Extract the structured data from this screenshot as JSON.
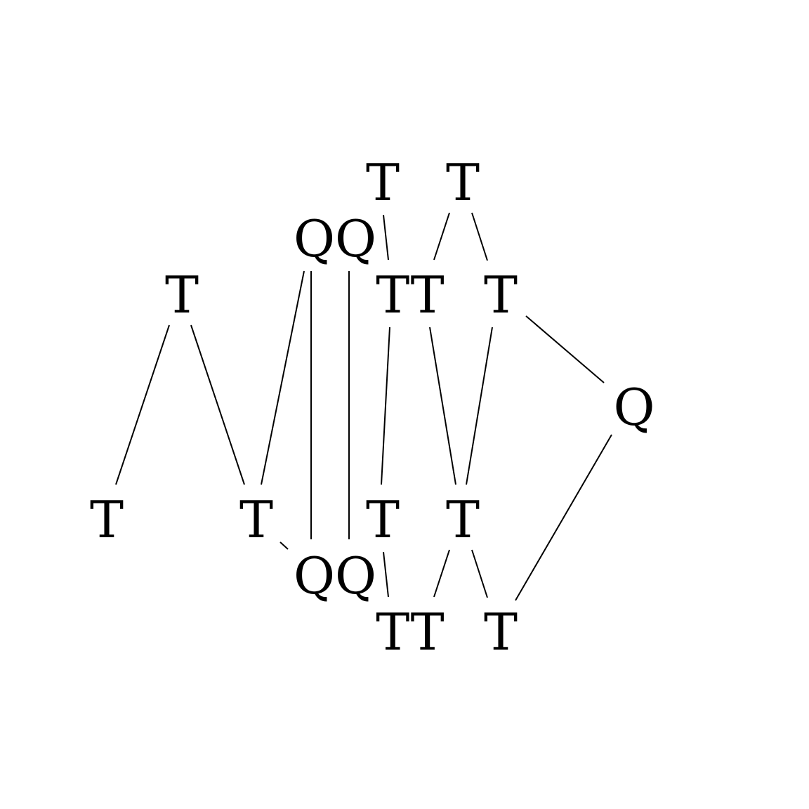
{
  "diagram": {
    "background": "#ffffff",
    "ink": "#000000",
    "nodes": [
      {
        "id": "t-top-1",
        "label": "T"
      },
      {
        "id": "t-top-2",
        "label": "T"
      },
      {
        "id": "qq-upper",
        "label": "QQ"
      },
      {
        "id": "t-left-apex",
        "label": "T"
      },
      {
        "id": "tt-upper",
        "label": "TT"
      },
      {
        "id": "t-upper-right",
        "label": "T"
      },
      {
        "id": "q-right",
        "label": "Q"
      },
      {
        "id": "t-bottom-left",
        "label": "T"
      },
      {
        "id": "t-bottom-mid",
        "label": "T"
      },
      {
        "id": "t-bottom-center",
        "label": "T"
      },
      {
        "id": "t-bottom-right",
        "label": "T"
      },
      {
        "id": "qq-lower",
        "label": "QQ"
      },
      {
        "id": "tt-lower",
        "label": "TT"
      },
      {
        "id": "t-lower-right",
        "label": "T"
      }
    ]
  }
}
